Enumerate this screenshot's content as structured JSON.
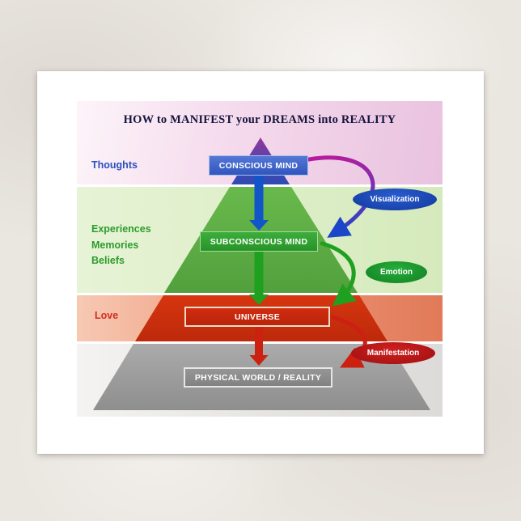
{
  "card": {
    "title": "HOW to MANIFEST your DREAMS into REALITY"
  },
  "labels": {
    "thoughts": "Thoughts",
    "experiences": "Experiences",
    "memories": "Memories",
    "beliefs": "Beliefs",
    "love": "Love"
  },
  "boxes": {
    "conscious": "CONSCIOUS MIND",
    "subconscious": "SUBCONSCIOUS MIND",
    "universe": "UNIVERSE",
    "physical": "PHYSICAL WORLD / REALITY"
  },
  "bubbles": {
    "visualization": "Visualization",
    "emotion": "Emotion",
    "manifestation": "Manifestation"
  },
  "colors": {
    "thoughts_band": "#f4d9ec",
    "mind_band": "#ddeec7",
    "love_band": "#ee9b7c",
    "physical_band": "#e6e5e3",
    "conscious_box": "#3055bd",
    "subconscious_box": "#279327",
    "universe_box": "#c62a0d",
    "physical_box": "#8c8c8c",
    "visualization_bubble": "#12399c",
    "emotion_bubble": "#128023",
    "manifestation_bubble": "#b01414",
    "thoughts_label": "#2a50c0",
    "mind_labels": "#2d9c2d",
    "love_label": "#d03020"
  }
}
